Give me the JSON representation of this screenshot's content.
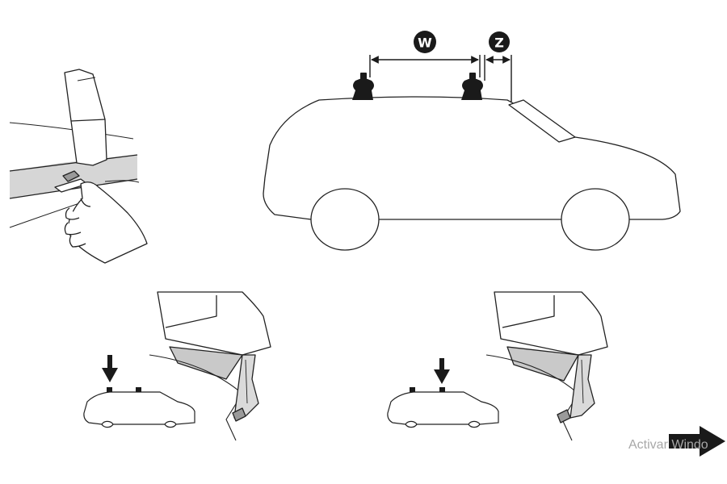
{
  "labels": {
    "width": "W",
    "gap": "Z"
  },
  "watermark": "Activar Windo",
  "icons": [
    "hand-icon",
    "down-arrow-icon",
    "next-arrow-icon"
  ]
}
